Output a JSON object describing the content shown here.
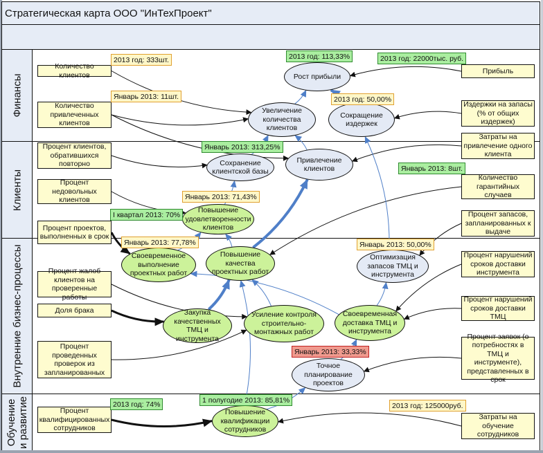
{
  "title": "Стратегическая карта ООО \"ИнТехПроект\"",
  "lanes": [
    {
      "id": "finance",
      "label": "Финансы"
    },
    {
      "id": "clients",
      "label": "Клиенты"
    },
    {
      "id": "processes",
      "label": "Внутренние бизнес-процессы"
    },
    {
      "id": "learning",
      "label": "Обучение\nи развитие"
    }
  ],
  "colors": {
    "header_bg": "#e6ecf6",
    "indicator_bg": "#fefccf",
    "goal_blue": "#e4eaf5",
    "goal_green": "#ccf29a",
    "tag_yellow": "#fef7c8",
    "tag_green": "#aaeea0",
    "tag_red": "#f09a8e",
    "link_blue": "#4f7fc8",
    "link_black": "#111111"
  },
  "indicators": [
    {
      "id": "i1",
      "lane": "finance",
      "text": "Количество клиентов"
    },
    {
      "id": "i2",
      "lane": "finance",
      "text": "Количество привлеченных клиентов"
    },
    {
      "id": "i3",
      "lane": "finance",
      "text": "Прибыль"
    },
    {
      "id": "i4",
      "lane": "finance",
      "text": "Издержки на запасы (% от общих издержек)"
    },
    {
      "id": "i5",
      "lane": "clients",
      "text": "Затраты на привлечение одного клиента"
    },
    {
      "id": "i6",
      "lane": "clients",
      "text": "Процент клиентов, обратившихся повторно"
    },
    {
      "id": "i7",
      "lane": "clients",
      "text": "Процент недовольных клиентов"
    },
    {
      "id": "i8",
      "lane": "clients",
      "text": "Количество гарантийных случаев"
    },
    {
      "id": "i9",
      "lane": "clients",
      "text": "Процент проектов, выполненных в срок"
    },
    {
      "id": "i10",
      "lane": "clients",
      "text": "Процент запасов, запланированных к выдаче"
    },
    {
      "id": "i11",
      "lane": "processes",
      "text": "Процент жалоб клиентов на проверенные работы"
    },
    {
      "id": "i12",
      "lane": "processes",
      "text": "Процент нарушений сроков доставки инструмента"
    },
    {
      "id": "i13",
      "lane": "processes",
      "text": "Доля брака"
    },
    {
      "id": "i14",
      "lane": "processes",
      "text": "Процент нарушений сроков доставки ТМЦ"
    },
    {
      "id": "i15",
      "lane": "processes",
      "text": "Процент проведенных проверок из запланированных"
    },
    {
      "id": "i16",
      "lane": "processes",
      "text": "Процент заявок (о потребностях в ТМЦ и инструменте), представленных в срок"
    },
    {
      "id": "i17",
      "lane": "learning",
      "text": "Процент квалифицированных сотрудников"
    },
    {
      "id": "i18",
      "lane": "learning",
      "text": "Затраты на обучение сотрудников"
    }
  ],
  "goals": [
    {
      "id": "g1",
      "lane": "finance",
      "text": "Рост прибыли",
      "status": "blue"
    },
    {
      "id": "g2",
      "lane": "finance",
      "text": "Увеличение количества клиентов",
      "status": "blue"
    },
    {
      "id": "g3",
      "lane": "finance",
      "text": "Сокращение издержек",
      "status": "blue"
    },
    {
      "id": "g4",
      "lane": "clients",
      "text": "Сохранение клиентской базы",
      "status": "blue"
    },
    {
      "id": "g5",
      "lane": "clients",
      "text": "Привлечение клиентов",
      "status": "blue"
    },
    {
      "id": "g6",
      "lane": "clients",
      "text": "Повышение удовлетворенности клиентов",
      "status": "green"
    },
    {
      "id": "g7",
      "lane": "processes",
      "text": "Своевременное выполнение проектных работ",
      "status": "green"
    },
    {
      "id": "g8",
      "lane": "processes",
      "text": "Повышение качества проектных работ",
      "status": "green"
    },
    {
      "id": "g9",
      "lane": "processes",
      "text": "Оптимизация запасов ТМЦ и инструмента",
      "status": "blue"
    },
    {
      "id": "g10",
      "lane": "processes",
      "text": "Закупка качественных ТМЦ и инструмента",
      "status": "green"
    },
    {
      "id": "g11",
      "lane": "processes",
      "text": "Усиление контроля строительно-монтажных работ",
      "status": "green"
    },
    {
      "id": "g12",
      "lane": "processes",
      "text": "Своевременная доставка ТМЦ и инструмента",
      "status": "green"
    },
    {
      "id": "g13",
      "lane": "processes",
      "text": "Точное планирование проектов",
      "status": "blue"
    },
    {
      "id": "g14",
      "lane": "learning",
      "text": "Повышение квалификации сотрудников",
      "status": "green"
    }
  ],
  "tags": [
    {
      "id": "t1",
      "text": "2013 год: 333шт.",
      "status": "yellow"
    },
    {
      "id": "t2",
      "text": "2013 год: 113,33%",
      "status": "green"
    },
    {
      "id": "t3",
      "text": "2013 год: 22000тыс. руб.",
      "status": "green"
    },
    {
      "id": "t4",
      "text": "Январь 2013: 11шт.",
      "status": "yellow"
    },
    {
      "id": "t5",
      "text": "2013 год: 50,00%",
      "status": "yellow"
    },
    {
      "id": "t6",
      "text": "Январь 2013: 313,25%",
      "status": "green"
    },
    {
      "id": "t7",
      "text": "Январь 2013: 8шт.",
      "status": "green"
    },
    {
      "id": "t8",
      "text": "Январь 2013: 71,43%",
      "status": "yellow"
    },
    {
      "id": "t9",
      "text": "I квартал 2013: 70%",
      "status": "green"
    },
    {
      "id": "t10",
      "text": "Январь 2013: 77,78%",
      "status": "yellow"
    },
    {
      "id": "t11",
      "text": "Январь 2013: 50,00%",
      "status": "yellow"
    },
    {
      "id": "t12",
      "text": "Январь 2013: 33,33%",
      "status": "red"
    },
    {
      "id": "t13",
      "text": "2013 год: 74%",
      "status": "green"
    },
    {
      "id": "t14",
      "text": "1 полугодие 2013: 85,81%",
      "status": "green"
    },
    {
      "id": "t15",
      "text": "2013 год: 125000руб.",
      "status": "yellow"
    }
  ],
  "links": [
    {
      "from": "i1",
      "to": "g2",
      "kind": "measure"
    },
    {
      "from": "i2",
      "to": "g2",
      "kind": "measure"
    },
    {
      "from": "i2",
      "to": "g5",
      "kind": "measure"
    },
    {
      "from": "i3",
      "to": "g1",
      "kind": "measure"
    },
    {
      "from": "i4",
      "to": "g3",
      "kind": "measure"
    },
    {
      "from": "i5",
      "to": "g5",
      "kind": "measure"
    },
    {
      "from": "i6",
      "to": "g4",
      "kind": "measure"
    },
    {
      "from": "i7",
      "to": "g6",
      "kind": "measure"
    },
    {
      "from": "i8",
      "to": "g8",
      "kind": "measure"
    },
    {
      "from": "i9",
      "to": "g7",
      "kind": "measure-strong"
    },
    {
      "from": "i10",
      "to": "g9",
      "kind": "measure"
    },
    {
      "from": "i11",
      "to": "g11",
      "kind": "measure"
    },
    {
      "from": "i12",
      "to": "g12",
      "kind": "measure"
    },
    {
      "from": "i13",
      "to": "g10",
      "kind": "measure-strong"
    },
    {
      "from": "i14",
      "to": "g12",
      "kind": "measure"
    },
    {
      "from": "i15",
      "to": "g11",
      "kind": "measure"
    },
    {
      "from": "i16",
      "to": "g13",
      "kind": "measure"
    },
    {
      "from": "i17",
      "to": "g14",
      "kind": "measure-strong"
    },
    {
      "from": "i18",
      "to": "g14",
      "kind": "measure"
    },
    {
      "from": "g2",
      "to": "g1",
      "kind": "cause"
    },
    {
      "from": "g3",
      "to": "g1",
      "kind": "cause-strong"
    },
    {
      "from": "g4",
      "to": "g2",
      "kind": "cause"
    },
    {
      "from": "g5",
      "to": "g2",
      "kind": "cause"
    },
    {
      "from": "g6",
      "to": "g4",
      "kind": "cause"
    },
    {
      "from": "g7",
      "to": "g6",
      "kind": "cause"
    },
    {
      "from": "g8",
      "to": "g6",
      "kind": "cause"
    },
    {
      "from": "g8",
      "to": "g5",
      "kind": "cause-strong"
    },
    {
      "from": "g9",
      "to": "g3",
      "kind": "cause"
    },
    {
      "from": "g10",
      "to": "g8",
      "kind": "cause-strong"
    },
    {
      "from": "g11",
      "to": "g8",
      "kind": "cause"
    },
    {
      "from": "g12",
      "to": "g7",
      "kind": "cause"
    },
    {
      "from": "g12",
      "to": "g9",
      "kind": "cause"
    },
    {
      "from": "g13",
      "to": "g12",
      "kind": "cause"
    },
    {
      "from": "g14",
      "to": "g8",
      "kind": "cause"
    },
    {
      "from": "g14",
      "to": "g13",
      "kind": "cause"
    }
  ]
}
